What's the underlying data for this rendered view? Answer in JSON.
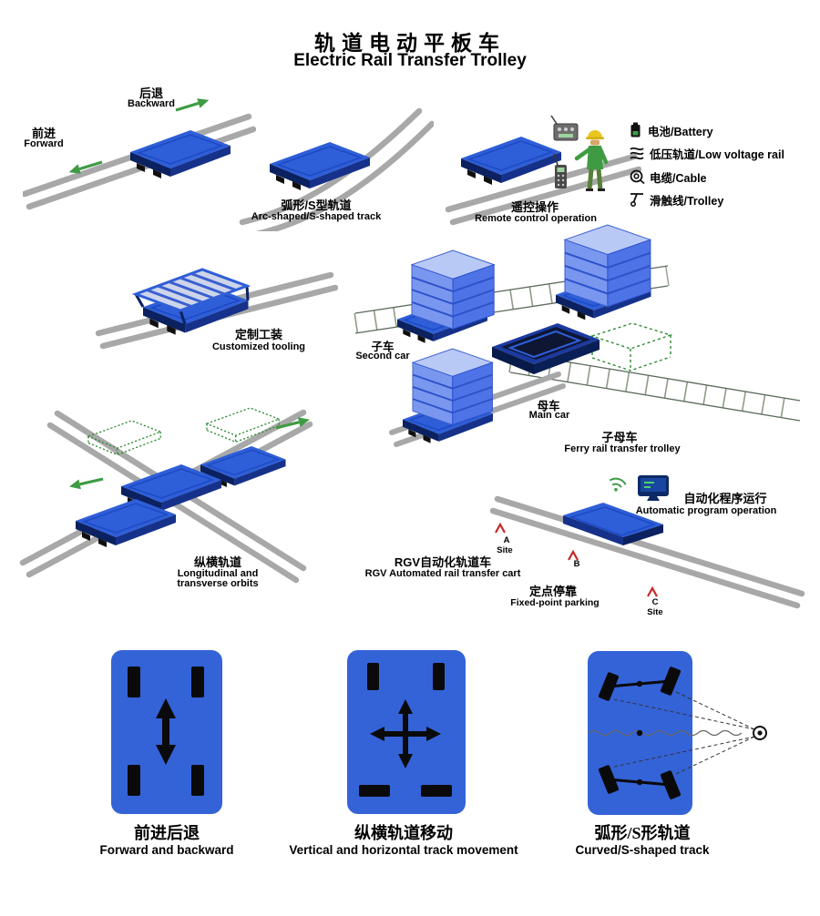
{
  "title": {
    "zh": "轨道电动平板车",
    "en": "Electric Rail Transfer Trolley"
  },
  "forward_backward": {
    "backward_zh": "后退",
    "backward_en": "Backward",
    "forward_zh": "前进",
    "forward_en": "Forward"
  },
  "arc_track": {
    "zh": "弧形/S型轨道",
    "en": "Arc-shaped/S-shaped track"
  },
  "remote": {
    "zh": "遥控操作",
    "en": "Remote control operation"
  },
  "legend": {
    "battery": "电池/Battery",
    "low_voltage": "低压轨道/Low voltage rail",
    "cable": "电缆/Cable",
    "trolley_line": "滑触线/Trolley"
  },
  "tooling": {
    "zh": "定制工装",
    "en": "Customized tooling"
  },
  "ferry": {
    "second_zh": "子车",
    "second_en": "Second car",
    "main_zh": "母车",
    "main_en": "Main car",
    "zh": "子母车",
    "en": "Ferry rail transfer trolley"
  },
  "orbits": {
    "zh": "纵横轨道",
    "en_line1": "Longitudinal and",
    "en_line2": "transverse orbits"
  },
  "rgv": {
    "zh": "RGV自动化轨道车",
    "en": "RGV Automated rail transfer cart"
  },
  "auto_program": {
    "zh": "自动化程序运行",
    "en": "Automatic program operation"
  },
  "parking": {
    "zh": "定点停靠",
    "en": "Fixed-point parking",
    "site_a": "A",
    "site_b": "B",
    "site_c": "C",
    "site_word": "Site"
  },
  "bottom_cards": [
    {
      "zh": "前进后退",
      "en": "Forward and backward"
    },
    {
      "zh": "纵横轨道移动",
      "en": "Vertical and horizontal track movement"
    },
    {
      "zh": "弧形/S形轨道",
      "en": "Curved/S-shaped track"
    }
  ]
}
